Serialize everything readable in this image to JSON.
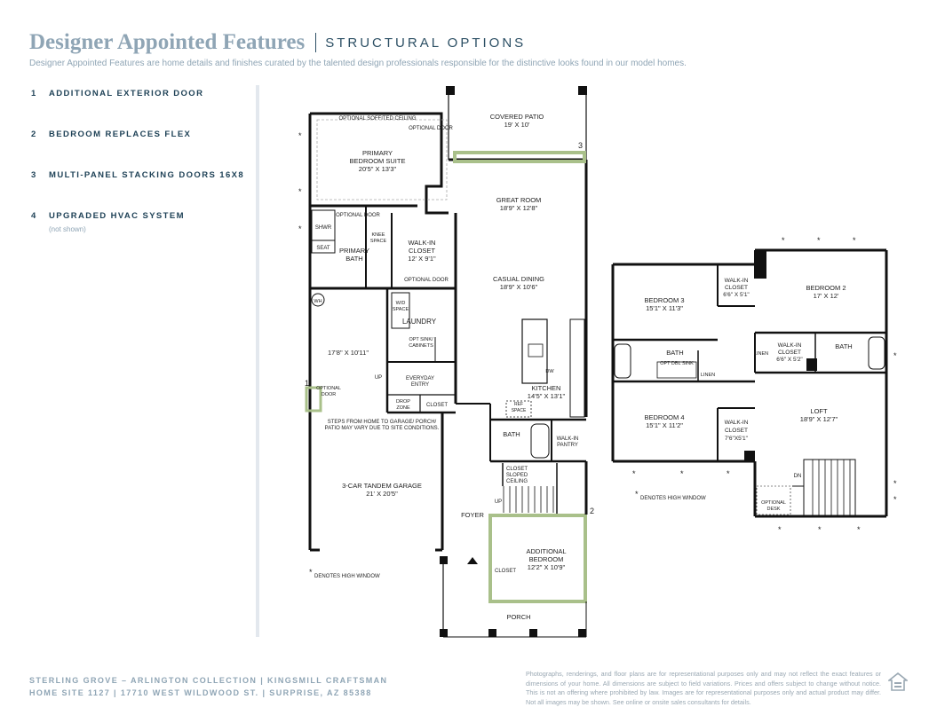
{
  "header": {
    "title": "Designer Appointed Features",
    "section": "STRUCTURAL OPTIONS",
    "subtitle": "Designer Appointed Features are home details and finishes curated by the talented design professionals responsible for the distinctive looks found in our model homes."
  },
  "features": [
    {
      "num": "1",
      "label": "ADDITIONAL EXTERIOR DOOR",
      "note": ""
    },
    {
      "num": "2",
      "label": "BEDROOM REPLACES FLEX",
      "note": ""
    },
    {
      "num": "3",
      "label": "MULTI-PANEL STACKING DOORS 16X8",
      "note": ""
    },
    {
      "num": "4",
      "label": "UPGRADED HVAC SYSTEM",
      "note": "(not shown)"
    }
  ],
  "plan_first_floor": {
    "covered_patio": {
      "name": "COVERED PATIO",
      "dim": "19' X 10'"
    },
    "optional_soffited_ceiling": "OPTIONAL SOFFITED CEILING",
    "optional_door_primary": "OPTIONAL DOOR",
    "primary_suite": {
      "name1": "PRIMARY",
      "name2": "BEDROOM SUITE",
      "dim": "20'5\" X 13'3\""
    },
    "great_room": {
      "name": "GREAT ROOM",
      "dim": "18'9\" X 12'8\""
    },
    "optional_door_bath": "OPTIONAL DOOR",
    "shwr": "SHWR",
    "seat": "SEAT",
    "knee_space1": "KNEE",
    "knee_space2": "SPACE",
    "primary_bath1": "PRIMARY",
    "primary_bath2": "BATH",
    "walkin_closet": {
      "name1": "WALK-IN",
      "name2": "CLOSET",
      "dim": "12' X 9'1\""
    },
    "optional_door_closet": "OPTIONAL DOOR",
    "casual_dining": {
      "name": "CASUAL DINING",
      "dim": "18'9\" X 10'6\""
    },
    "wh": "WH",
    "wd_space1": "W/D",
    "wd_space2": "SPACE",
    "laundry": "LAUNDRY",
    "opt_sink1": "OPT SINK/",
    "opt_sink2": "CABINETS",
    "flex_dim": "17'8\" X 10'11\"",
    "up1": "UP",
    "everyday_entry1": "EVERYDAY",
    "everyday_entry2": "ENTRY",
    "drop_zone1": "DROP",
    "drop_zone2": "ZONE",
    "closet_entry": "CLOSET",
    "optional_door_garage1": "OPTIONAL",
    "optional_door_garage2": "DOOR",
    "kitchen": {
      "name": "KITCHEN",
      "dim": "14'5\" X 13'1\""
    },
    "dw": "DW",
    "ref_space1": "REF",
    "ref_space2": "SPACE",
    "steps_note1": "STEPS FROM HOME TO GARAGE/ PORCH/",
    "steps_note2": "PATIO MAY VARY DUE TO SITE CONDITIONS.",
    "bath": "BATH",
    "walkin_pantry1": "WALK-IN",
    "walkin_pantry2": "PANTRY",
    "closet_sloped1": "CLOSET",
    "closet_sloped2": "SLOPED",
    "closet_sloped3": "CEILING",
    "garage": {
      "name": "3-CAR TANDEM GARAGE",
      "dim": "21' X 20'5\""
    },
    "up2": "UP",
    "foyer": "FOYER",
    "additional_bedroom": {
      "name1": "ADDITIONAL",
      "name2": "BEDROOM",
      "dim": "12'2\" X 10'9\""
    },
    "closet_bedroom": "CLOSET",
    "porch": "PORCH",
    "high_window_note": "DENOTES HIGH WINDOW",
    "callout1": "1",
    "callout2": "2",
    "callout3": "3"
  },
  "plan_second_floor": {
    "bedroom3": {
      "name": "BEDROOM 3",
      "dim": "15'1\" X 11'3\""
    },
    "walkin1": {
      "name1": "WALK-IN",
      "name2": "CLOSET",
      "dim": "6'6\" X 5'1\""
    },
    "bedroom2": {
      "name": "BEDROOM 2",
      "dim": "17' X 12'"
    },
    "bath_a": "BATH",
    "opt_dbl_sink": "OPT DBL SINK",
    "linen_a": "LINEN",
    "linen_b": "LINEN",
    "walkin2": {
      "name1": "WALK-IN",
      "name2": "CLOSET",
      "dim": "6'6\" X 5'2\""
    },
    "bath_b": "BATH",
    "bedroom4": {
      "name": "BEDROOM 4",
      "dim": "15'1\" X 11'2\""
    },
    "walkin3": {
      "name1": "WALK-IN",
      "name2": "CLOSET",
      "dim": "7'6\"X5'1\""
    },
    "loft": {
      "name": "LOFT",
      "dim": "18'9\" X 12'7\""
    },
    "dn": "DN",
    "optional_desk1": "OPTIONAL",
    "optional_desk2": "DESK",
    "high_window_note": "DENOTES HIGH WINDOW"
  },
  "footer": {
    "line1": "STERLING GROVE – ARLINGTON COLLECTION  |  KINGSMILL CRAFTSMAN",
    "line2": "HOME SITE 1127  |  17710 WEST WILDWOOD ST.  |  SURPRISE, AZ 85388",
    "disclaimer": "Photographs, renderings, and floor plans are for representational purposes only and may not reflect the exact features or dimensions of your home. All dimensions are subject to field variations. Prices and offers subject to change without notice. This is not an offering where prohibited by law. Images are for representational purposes only and actual product may differ. Not all images may be shown. See online or onsite sales consultants for details.",
    "logo_icon": "equal-housing-icon"
  },
  "colors": {
    "title_light": "#8fa5b5",
    "title_dark": "#2c4f64",
    "highlight": "#a9c08a",
    "wall": "#111111"
  }
}
